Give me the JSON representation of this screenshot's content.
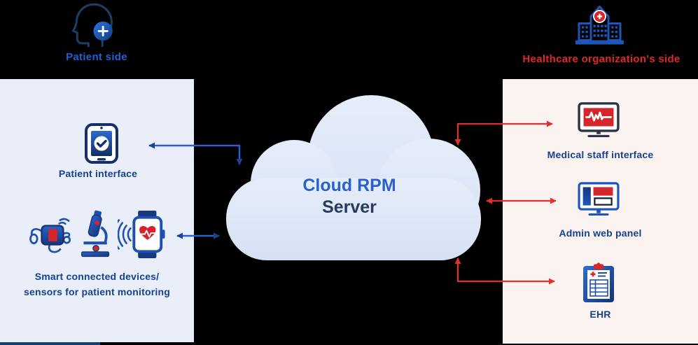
{
  "header": {
    "patient": {
      "label": "Patient side"
    },
    "healthcare": {
      "label": "Healthcare organization's side"
    }
  },
  "cloud": {
    "line1": "Cloud RPM",
    "line2": "Server"
  },
  "patient_panel": {
    "interface_label": "Patient interface",
    "devices_line1": "Smart connected devices/",
    "devices_line2": "sensors for patient monitoring"
  },
  "healthcare_panel": {
    "items": [
      {
        "label": "Medical staff interface",
        "icon": "ecg-monitor-icon"
      },
      {
        "label": "Admin web panel",
        "icon": "admin-dashboard-icon"
      },
      {
        "label": "EHR",
        "icon": "clipboard-ehr-icon"
      }
    ]
  },
  "icons": {
    "patient_header": "head-with-plus-icon",
    "healthcare_header": "hospital-building-icon",
    "patient_interface": "tablet-check-icon",
    "devices": [
      "blood-pressure-monitor-icon",
      "microscope-icon",
      "smartwatch-heart-icon"
    ]
  },
  "colors": {
    "background": "#000000",
    "patient_panel_bg": "#eaeef9",
    "healthcare_panel_bg": "#fbf3f0",
    "blue_arrow": "#2a5fd0",
    "blue_arrow_head": "#1c4496",
    "red_arrow": "#e03030",
    "navy_text": "#15418e",
    "patient_header_text": "#2261d3",
    "healthcare_header_text": "#e02828",
    "cloud_fill_top": "#e6edfa",
    "cloud_fill_bottom": "#d5e1f4",
    "cloud_title_blue": "#2a62c9",
    "cloud_title_navy": "#273a60",
    "icon_blue": "#1e51ae",
    "icon_navy": "#16387e",
    "icon_red": "#d4262b"
  }
}
